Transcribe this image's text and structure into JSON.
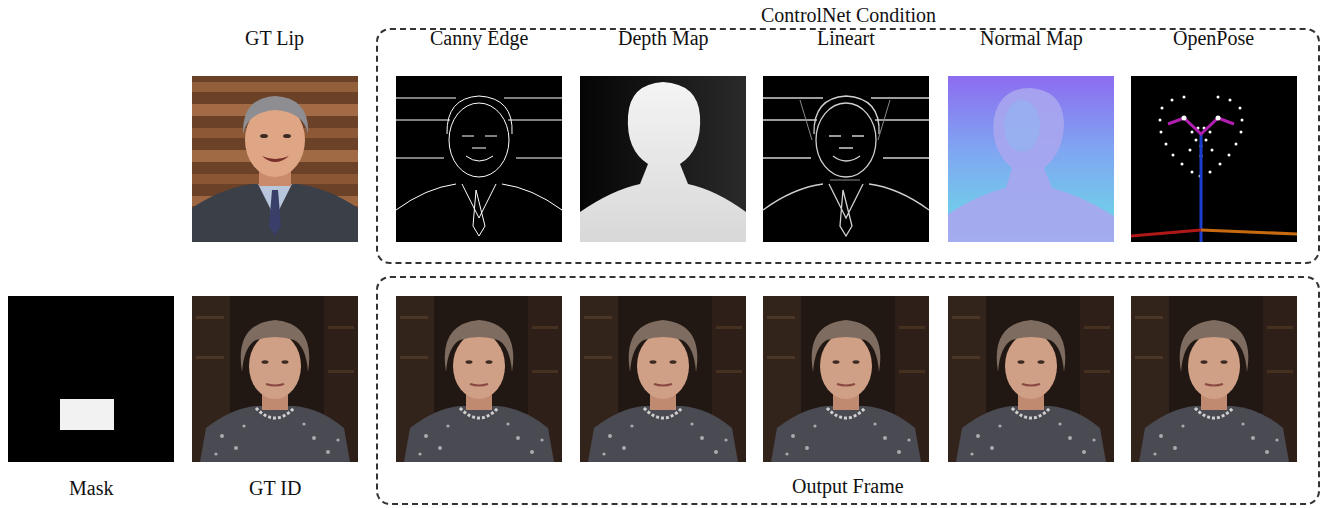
{
  "diagram": {
    "nodes": [
      {
        "text": [
          "ControlNet Condition"
        ]
      },
      {
        "text": [
          "Output Frame"
        ]
      }
    ],
    "labels": [
      "GT Lip",
      "Canny Edge",
      "Depth Map",
      "Lineart",
      "Normal Map",
      "OpenPose",
      "Mask",
      "GT ID"
    ]
  }
}
